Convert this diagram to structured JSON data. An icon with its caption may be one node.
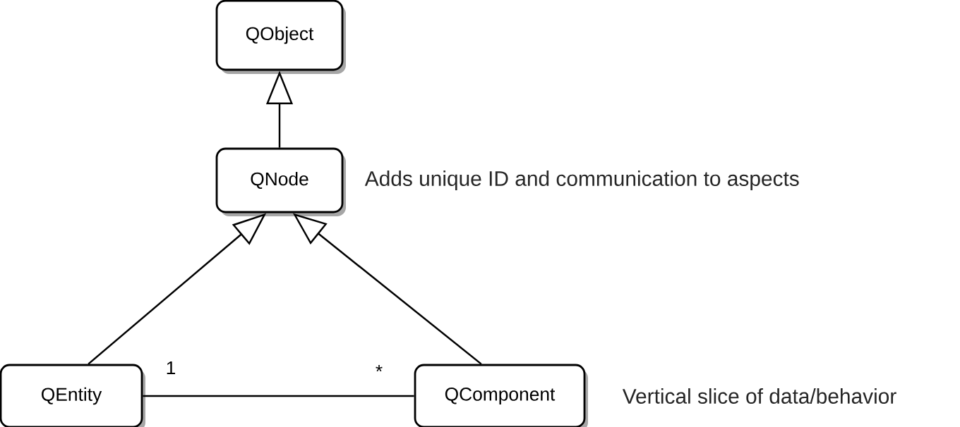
{
  "diagram": {
    "nodes": [
      {
        "text": [
          "QObject"
        ]
      },
      {
        "text": [
          "QNode"
        ],
        "beside": [
          "Adds unique ID and communication to aspects"
        ]
      },
      {
        "text": [
          "QEntity"
        ]
      },
      {
        "text": [
          "QComponent"
        ],
        "beside": [
          "Vertical slice of data/behavior"
        ]
      }
    ],
    "edges": [
      {
        "from": 1,
        "to": 0,
        "arrow": "to"
      },
      {
        "from": 2,
        "to": 1,
        "arrow": "to"
      },
      {
        "from": 3,
        "to": 1,
        "arrow": "to"
      },
      {
        "from": 2,
        "to": 3,
        "arrow": "none"
      }
    ],
    "labels": [
      "1",
      "*"
    ]
  }
}
